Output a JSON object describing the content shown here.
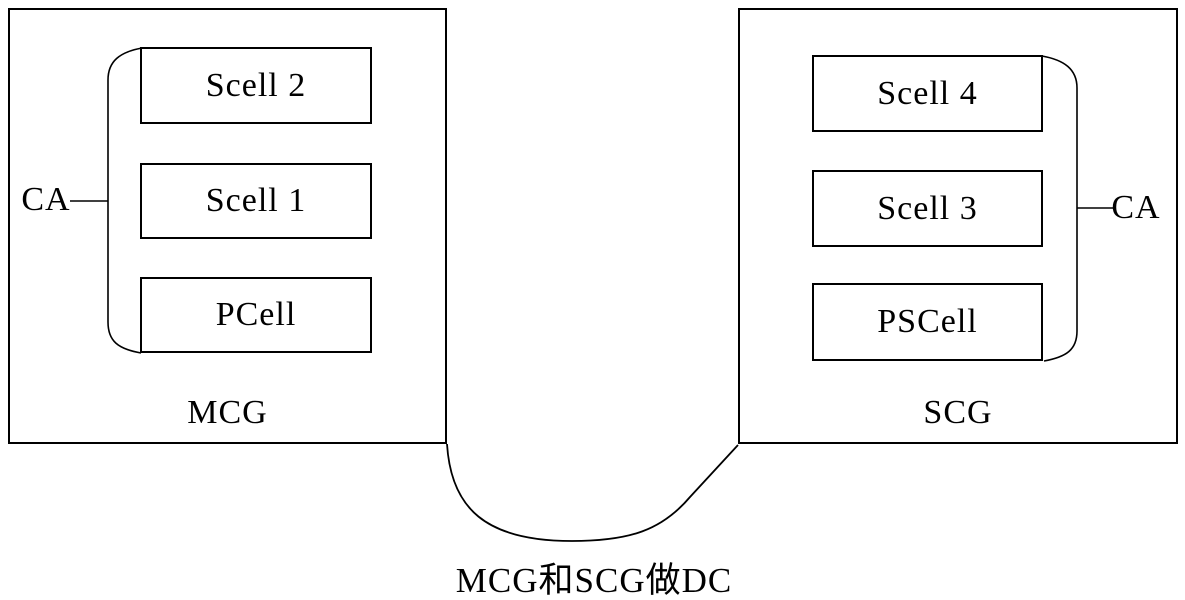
{
  "diagram": {
    "caption": "MCG和SCG做DC",
    "left_group": {
      "label": "MCG",
      "ca_label": "CA",
      "cells": [
        "Scell 2",
        "Scell 1",
        "PCell"
      ]
    },
    "right_group": {
      "label": "SCG",
      "ca_label": "CA",
      "cells": [
        "Scell 4",
        "Scell 3",
        "PSCell"
      ]
    },
    "colors": {
      "line": "#000000",
      "background": "#ffffff"
    }
  }
}
